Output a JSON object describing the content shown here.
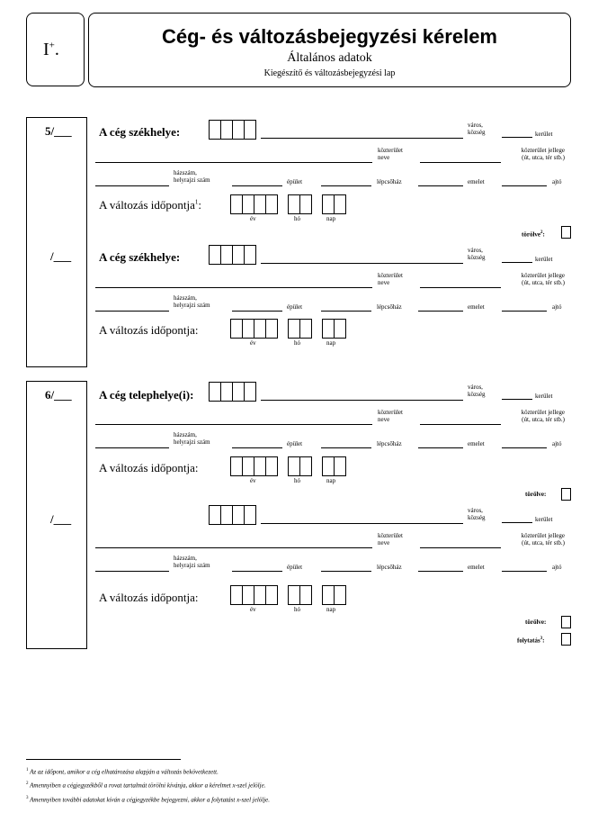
{
  "header": {
    "code": "I",
    "code_sup": "+",
    "code_dot": ".",
    "title": "Cég- és változásbejegyzési kérelem",
    "subtitle": "Általános adatok",
    "caption": "Kiegészítő és változásbejegyzési lap"
  },
  "labels": {
    "varos": "város,",
    "kozseg": "község",
    "kerulet": "kerület",
    "kozterulet": "közterület",
    "neve": "neve",
    "kozterulet_jellege": "közterület jellege",
    "ut_utca": "(út, utca, tér stb.)",
    "hazszam": "házszám,",
    "helyrajzi_szam": "helyrajzi szám",
    "epulet": "épület",
    "lepcsohaz": "lépcsőház",
    "emelet": "emelet",
    "ajto": "ajtó",
    "ev": "év",
    "ho": "hó",
    "nap": "nap"
  },
  "sections": {
    "s5_num": "5/___",
    "s5_num2": "/___",
    "s6_num": "6/___",
    "s6_num2": "/___",
    "szekhely": "A cég székhelye:",
    "telephely": "A cég telephelye(i):",
    "valtozas_sup": "A változás időpontja",
    "valtozas_sup_mark": "1",
    "valtozas_colon": ":",
    "valtozas": "A változás időpontja:",
    "torolve_sup": "törölve",
    "torolve_mark": "2",
    "torolve_colon": ":",
    "torolve": "törölve:",
    "folytatas": "folytatás",
    "folytatas_mark": "3",
    "folytatas_colon": ":"
  },
  "footnotes": [
    {
      "mark": "1",
      "text": "Az az időpont, amikor a cég elhatározása alapján a változás bekövetkezett."
    },
    {
      "mark": "2",
      "text": "Amennyiben a cégjegyzékből a rovat tartalmát törölni kívánja, akkor a kérelmet x-szel jelölje."
    },
    {
      "mark": "3",
      "text": "Amennyiben további adatokat kíván a cégjegyzékbe bejegyezni, akkor a folytatást x-szel jelölje."
    }
  ]
}
